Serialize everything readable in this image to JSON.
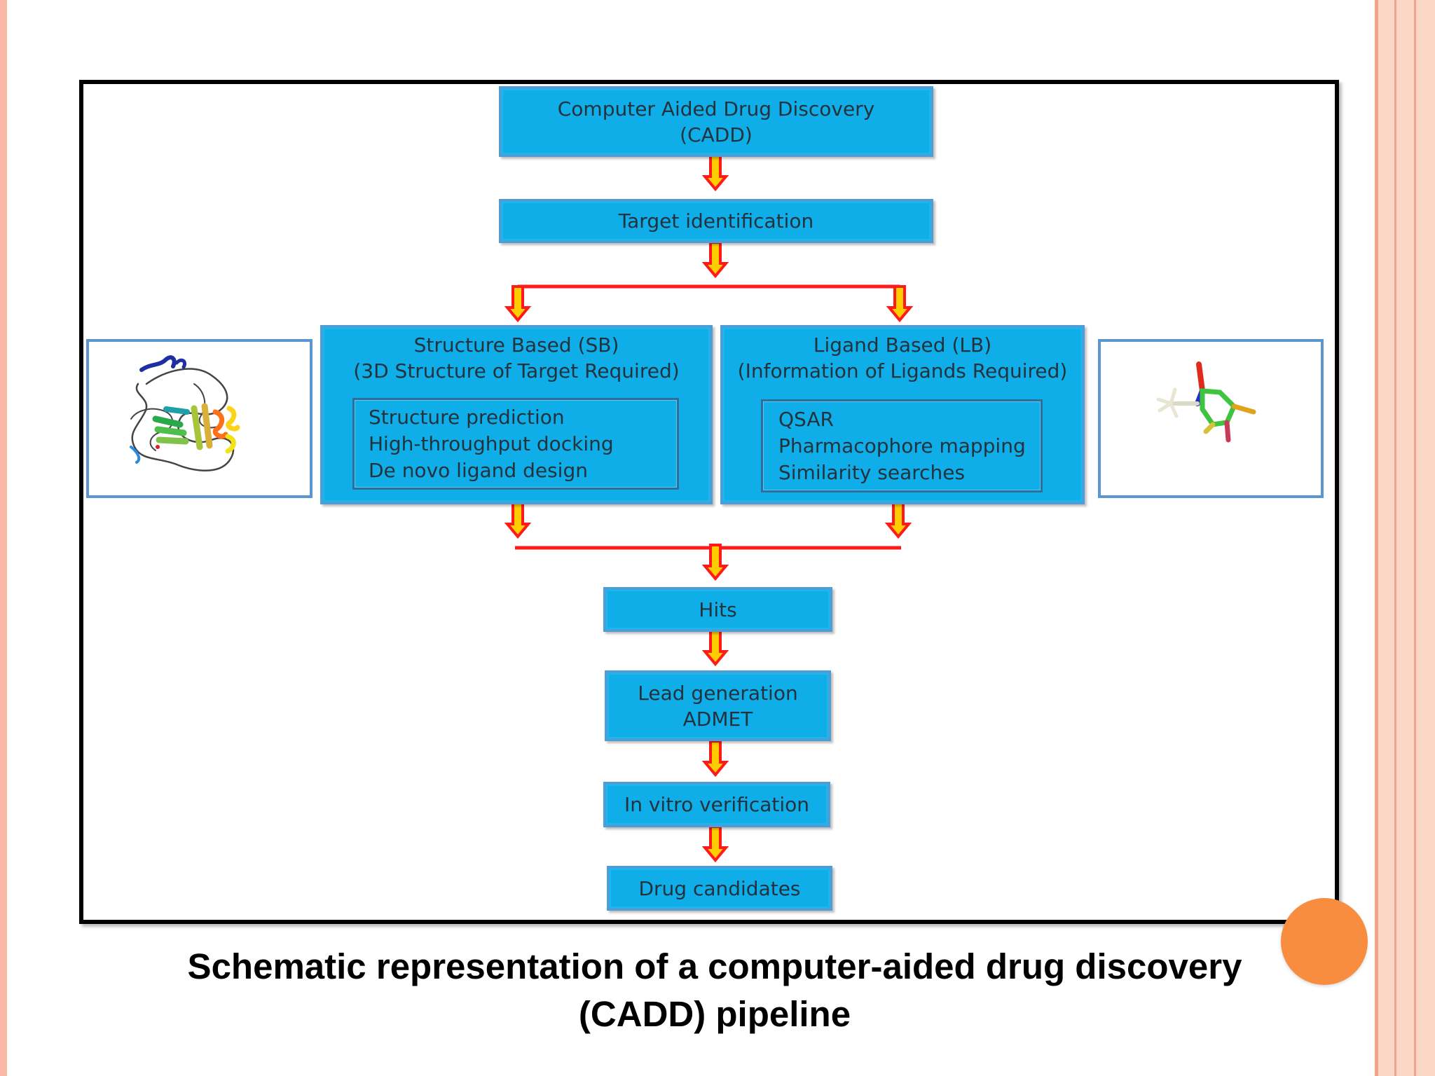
{
  "diagram": {
    "cadd": [
      "Computer Aided Drug Discovery",
      "(CADD)"
    ],
    "target": "Target identification",
    "sb": {
      "title": [
        "Structure Based (SB)",
        "(3D Structure of Target Required)"
      ],
      "items": [
        "Structure prediction",
        "High-throughput docking",
        "De novo ligand design"
      ]
    },
    "lb": {
      "title": [
        "Ligand Based (LB)",
        "(Information of Ligands Required)"
      ],
      "items": [
        "QSAR",
        "Pharmacophore mapping",
        "Similarity searches"
      ]
    },
    "hits": "Hits",
    "lead": [
      "Lead generation",
      "ADMET"
    ],
    "invitro": "In vitro verification",
    "drug": "Drug candidates"
  },
  "caption": [
    "Schematic representation of a computer-aided drug discovery",
    "(CADD) pipeline"
  ],
  "colors": {
    "box_fill": "#0faee8",
    "box_border": "#4d9dd6",
    "arrow_fill": "#ffcc00",
    "arrow_outline": "#ff1a1a",
    "accent_circle": "#f98d3f",
    "slide_border": "#fbd7c8"
  }
}
